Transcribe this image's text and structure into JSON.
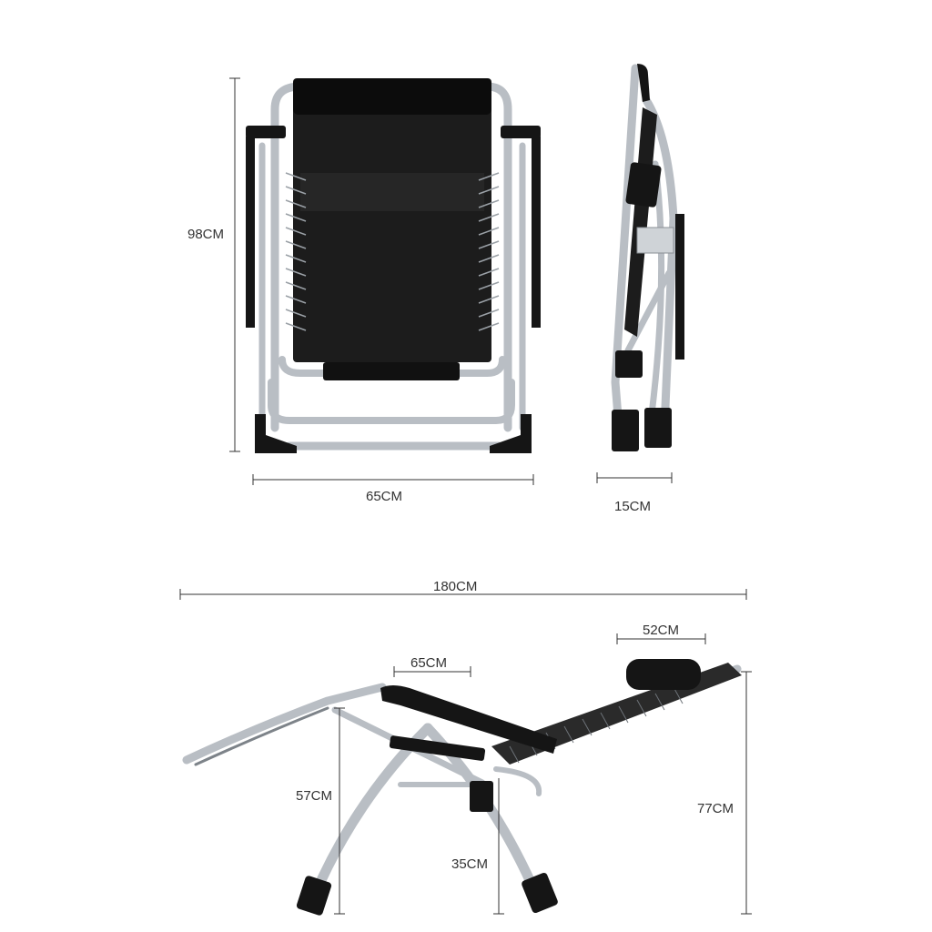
{
  "labels": {
    "front_height": "98CM",
    "front_width": "65CM",
    "side_depth": "15CM",
    "recliner_length": "180CM",
    "headrest_length": "52CM",
    "armrest_length": "65CM",
    "armrest_height": "57CM",
    "seat_height": "35CM",
    "total_height": "77CM"
  },
  "colors": {
    "frame": "#b9bec4",
    "fabric": "#1c1c1c",
    "dimension_line": "#333333"
  },
  "views": {
    "front": "front-view-folded-chair",
    "side": "side-view-folded-chair",
    "reclined": "side-view-reclined-chair"
  }
}
